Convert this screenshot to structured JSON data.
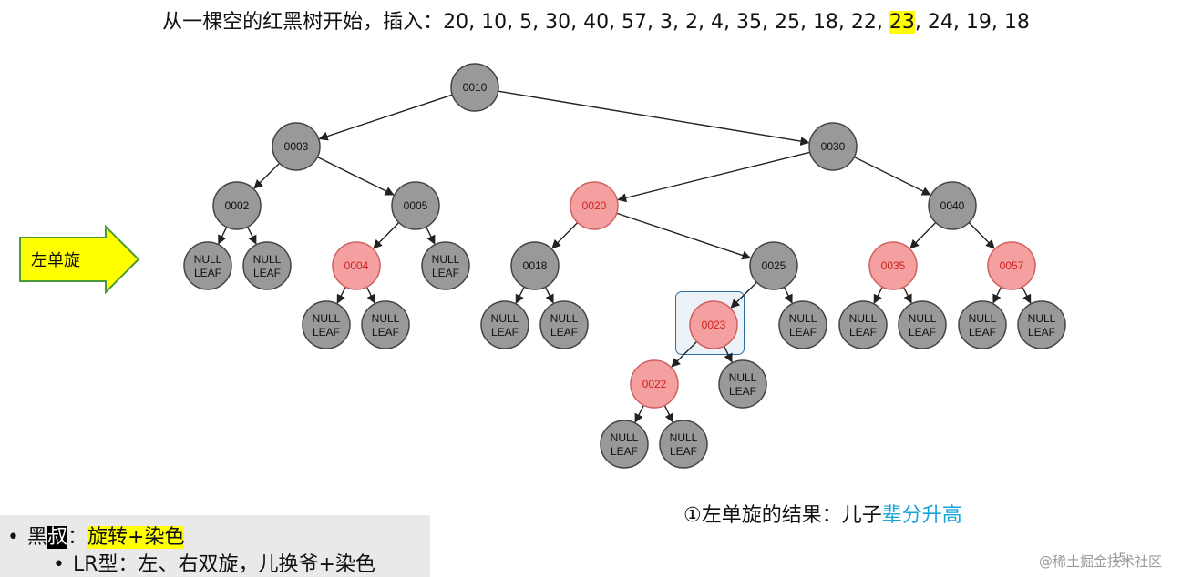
{
  "title": {
    "prefix": "从一棵空的红黑树开始，插入：",
    "before": "20, 10, 5, 30, 40, 57, 3, 2, 4, 35, 25, 18, 22, ",
    "highlight": "23",
    "after": ", 24, 19, 18"
  },
  "arrow_label": "左单旋",
  "caption": {
    "prefix": "①左单旋的结果：儿子",
    "highlight": "辈分升高"
  },
  "bullets": {
    "b1_pre": "黑",
    "b1_box": "叔",
    "b1_sep": "：",
    "b1_hl": "旋转+染色",
    "b2": "LR型：左、右双旋，儿换爷+染色"
  },
  "bullet_symbol": "•",
  "page_number": "15",
  "credit": "@稀土掘金技术社区",
  "colors": {
    "black_node": "#999999",
    "red_node": "#f4a0a0",
    "red_text": "#cc2222",
    "arrow_fill": "#ffff00",
    "arrow_stroke": "#4a9a3a"
  },
  "null_text": [
    "NULL",
    "LEAF"
  ],
  "tree": {
    "nodes": [
      {
        "id": "n10",
        "label": "0010",
        "color": "black"
      },
      {
        "id": "n3",
        "label": "0003",
        "color": "black"
      },
      {
        "id": "n30",
        "label": "0030",
        "color": "black"
      },
      {
        "id": "n2",
        "label": "0002",
        "color": "black"
      },
      {
        "id": "n5",
        "label": "0005",
        "color": "black"
      },
      {
        "id": "n20",
        "label": "0020",
        "color": "red"
      },
      {
        "id": "n40",
        "label": "0040",
        "color": "black"
      },
      {
        "id": "n4",
        "label": "0004",
        "color": "red"
      },
      {
        "id": "n18",
        "label": "0018",
        "color": "black"
      },
      {
        "id": "n25",
        "label": "0025",
        "color": "black"
      },
      {
        "id": "n35",
        "label": "0035",
        "color": "red"
      },
      {
        "id": "n57",
        "label": "0057",
        "color": "red"
      },
      {
        "id": "n23",
        "label": "0023",
        "color": "red"
      },
      {
        "id": "n22",
        "label": "0022",
        "color": "red"
      }
    ],
    "edges": [
      [
        "n10",
        "n3"
      ],
      [
        "n10",
        "n30"
      ],
      [
        "n3",
        "n2"
      ],
      [
        "n3",
        "n5"
      ],
      [
        "n30",
        "n20"
      ],
      [
        "n30",
        "n40"
      ],
      [
        "n2",
        "L1"
      ],
      [
        "n2",
        "L2"
      ],
      [
        "n5",
        "n4"
      ],
      [
        "n5",
        "L3"
      ],
      [
        "n4",
        "L4"
      ],
      [
        "n4",
        "L5"
      ],
      [
        "n20",
        "n18"
      ],
      [
        "n20",
        "n25"
      ],
      [
        "n18",
        "L6"
      ],
      [
        "n18",
        "L7"
      ],
      [
        "n25",
        "n23"
      ],
      [
        "n25",
        "L8"
      ],
      [
        "n23",
        "n22"
      ],
      [
        "n23",
        "L9"
      ],
      [
        "n22",
        "L10"
      ],
      [
        "n22",
        "L11"
      ],
      [
        "n40",
        "n35"
      ],
      [
        "n40",
        "n57"
      ],
      [
        "n35",
        "L12"
      ],
      [
        "n35",
        "L13"
      ],
      [
        "n57",
        "L14"
      ],
      [
        "n57",
        "L15"
      ]
    ],
    "null_leaves": [
      "L1",
      "L2",
      "L3",
      "L4",
      "L5",
      "L6",
      "L7",
      "L8",
      "L9",
      "L10",
      "L11",
      "L12",
      "L13",
      "L14",
      "L15"
    ]
  }
}
